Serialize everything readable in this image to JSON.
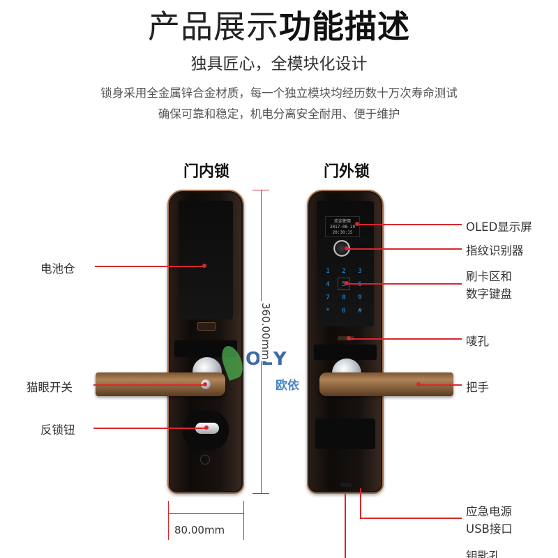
{
  "header": {
    "title_part1": "产品展示",
    "title_part2": "功能描述",
    "subtitle": "独具匠心，全模块化设计",
    "desc_line1": "锁身采用全金属锌合金材质，每一个独立模块均经历数十万次寿命测试",
    "desc_line2": "确保可靠和稳定，机电分离安全耐用、便于维护"
  },
  "inner_lock": {
    "heading": "门内锁"
  },
  "outer_lock": {
    "heading": "门外锁",
    "oled_lines": [
      "欢迎使用",
      "2017-08-19",
      "20:30:15"
    ],
    "keypad": [
      "1",
      "2",
      "3",
      "4",
      "5",
      "6",
      "7",
      "8",
      "9",
      "*",
      "0",
      "#"
    ]
  },
  "labels_left": {
    "battery": "电池仓",
    "peephole_switch": "猫眼开关",
    "anti_lock_knob": "反锁钮"
  },
  "labels_right": {
    "oled": "OLED显示屏",
    "fingerprint": "指纹识别器",
    "card_area": "刷卡区和",
    "keypad": "数字键盘",
    "buzzer": "唛孔",
    "handle": "把手",
    "emergency_power": "应急电源",
    "usb": "USB接口",
    "keyhole": "钥匙孔"
  },
  "dimensions": {
    "height": "360.00mm",
    "width": "80.00mm"
  },
  "watermark": {
    "logo": "OEY",
    "brand": "欧依"
  },
  "colors": {
    "accent_red": "#d9262c",
    "keypad_blue": "#2a9df4",
    "bronze": "#a0704a"
  }
}
